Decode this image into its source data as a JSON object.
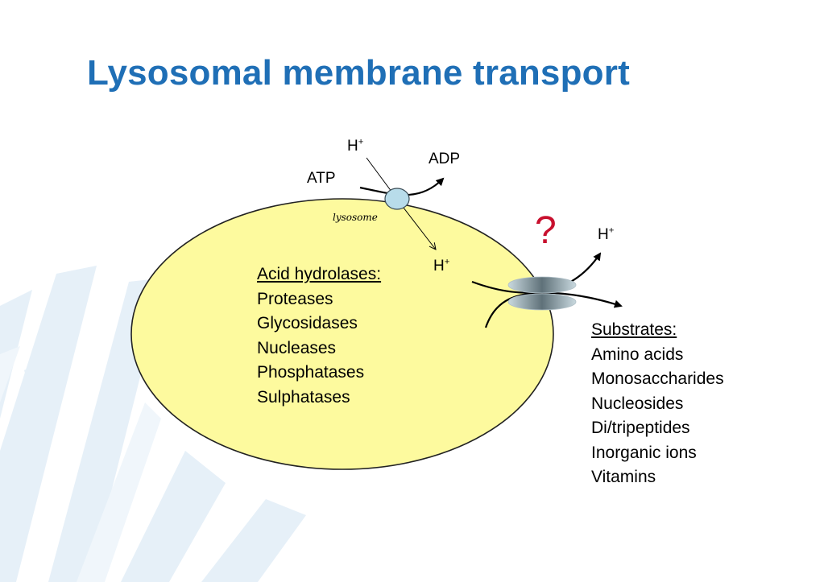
{
  "title": "Lysosomal membrane transport",
  "compartment_label": "lysosome",
  "pump": {
    "input": "ATP",
    "output": "ADP",
    "ion_in": {
      "symbol": "H",
      "charge": "+"
    },
    "ion_out": {
      "symbol": "H",
      "charge": "+"
    }
  },
  "transporter": {
    "unknown_mark": "?",
    "ion_inside": {
      "symbol": "H",
      "charge": "+"
    },
    "ion_outside": {
      "symbol": "H",
      "charge": "+"
    }
  },
  "hydrolases": {
    "heading": "Acid hydrolases:",
    "items": [
      "Proteases",
      "Glycosidases",
      "Nucleases",
      "Phosphatases",
      "Sulphatases"
    ]
  },
  "substrates": {
    "heading": "Substrates:",
    "items": [
      "Amino acids",
      "Monosaccharides",
      "Nucleosides",
      "Di/tripeptides",
      "Inorganic ions",
      "Vitamins"
    ]
  },
  "colors": {
    "title": "#1f6fb6",
    "lysosome_fill": "#fdfa9e",
    "pump_fill": "#b8dcea",
    "question_mark": "#c8102e",
    "background_stripes": "#e4eff8"
  }
}
